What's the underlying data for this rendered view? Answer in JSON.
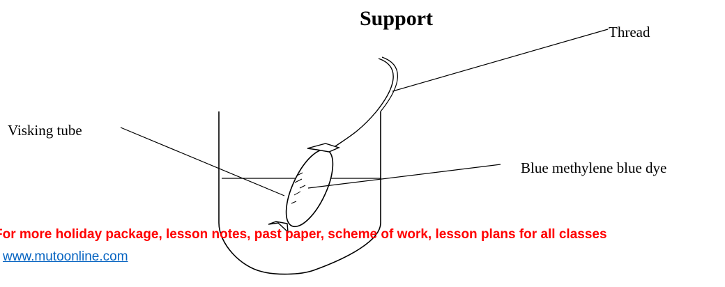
{
  "diagram": {
    "title": "Support",
    "labels": {
      "thread": "Thread",
      "visking_tube": "Visking tube",
      "dye": "Blue methylene blue dye"
    }
  },
  "footer": {
    "promo_text": "For more holiday package, lesson notes, past paper, scheme of work, lesson plans for all classes",
    "link_text": "www.mutoonline.com",
    "promo_color": "#ff0000",
    "link_color": "#0563c1"
  }
}
